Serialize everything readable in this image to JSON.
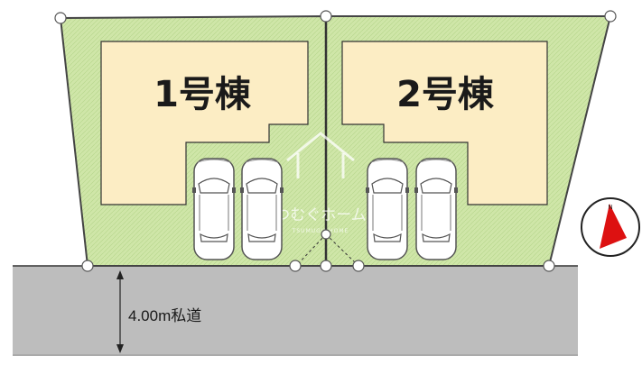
{
  "lots": [
    {
      "building_label": "1号棟"
    },
    {
      "building_label": "2号棟"
    }
  ],
  "road": {
    "label": "4.00m私道"
  },
  "compass": {
    "letter": "N"
  },
  "watermark": {
    "brand": "つむぐホーム",
    "subtitle": "TSUMUGU HOME"
  },
  "colors": {
    "lot_fill": "#cfe6a8",
    "building_fill": "#fcedc4",
    "road_fill": "#bdbdbd",
    "compass_red": "#dd1111"
  }
}
